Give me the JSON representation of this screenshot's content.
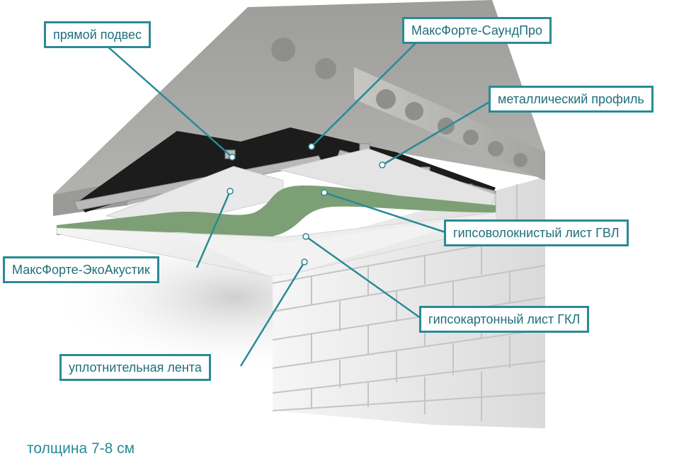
{
  "callouts": {
    "direct_hanger": "прямой подвес",
    "soundpro": "МаксФорте-СаундПро",
    "metal_profile": "металлический профиль",
    "gvl": "гипсоволокнистый лист ГВЛ",
    "ecoacoustic": "МаксФорте-ЭкоАкустик",
    "gkl": "гипсокартонный лист ГКЛ",
    "sealing_tape": "уплотнительная лента"
  },
  "thickness": "толщина 7-8 см",
  "colors": {
    "accent": "#2a8a96",
    "accent_text": "#1f6f7b",
    "concrete": "#a9a9a6",
    "soundproof_membrane": "#1c1c1c",
    "gvl_board": "#7d9f75",
    "gkl_board": "#ececec",
    "brick": "#e6e6e6"
  }
}
